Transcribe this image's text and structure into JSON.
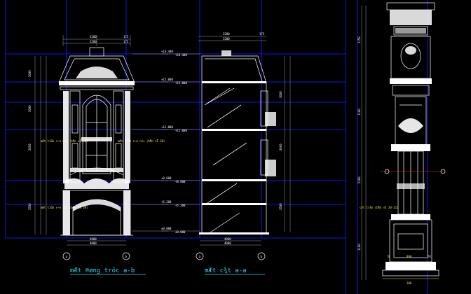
{
  "drawing": {
    "front_elevation": {
      "title": "mÆt ®øng trôc a-b",
      "grid_bubbles": [
        "a",
        "b"
      ],
      "top_dims": [
        "3200",
        "175",
        "3200",
        "175"
      ],
      "bottom_dims": [
        "4000",
        "4000"
      ],
      "left_dims": [
        "3000",
        "3000",
        "2850",
        "3500"
      ],
      "level_marks": [
        "+16.400",
        "+15.000",
        "+12.000",
        "+8.600",
        "+5.200",
        "±0.000"
      ],
      "note_labels": [
        "mÆt tiÒn s¬n n­íc (b¶n vÏ 20)",
        "mÆt tiÒn s¬n n­íc (b¶n vÏ 20)",
        "mÆt tiÒn s¬n n­íc (b¶n vÏ 20)"
      ]
    },
    "section": {
      "title": "mÆt c¾t a-a",
      "grid_bubbles": [
        "a",
        "b"
      ],
      "top_dims": [
        "3200",
        "175",
        "3200"
      ],
      "bottom_dims": [
        "4000",
        "4000"
      ],
      "level_marks": [
        "+16.400",
        "+15.000",
        "+12.000",
        "+8.600",
        "+5.200",
        "±0.000"
      ],
      "right_dims": [
        "3000",
        "3000",
        "3500"
      ]
    },
    "column_detail": {
      "vertical_dims": [
        "1150",
        "1100",
        "5300",
        "1100"
      ],
      "base_dims": [
        "70",
        "890",
        "70",
        "200"
      ],
      "note_label": "cét trßn (b¶n vÏ 20-21)"
    }
  }
}
